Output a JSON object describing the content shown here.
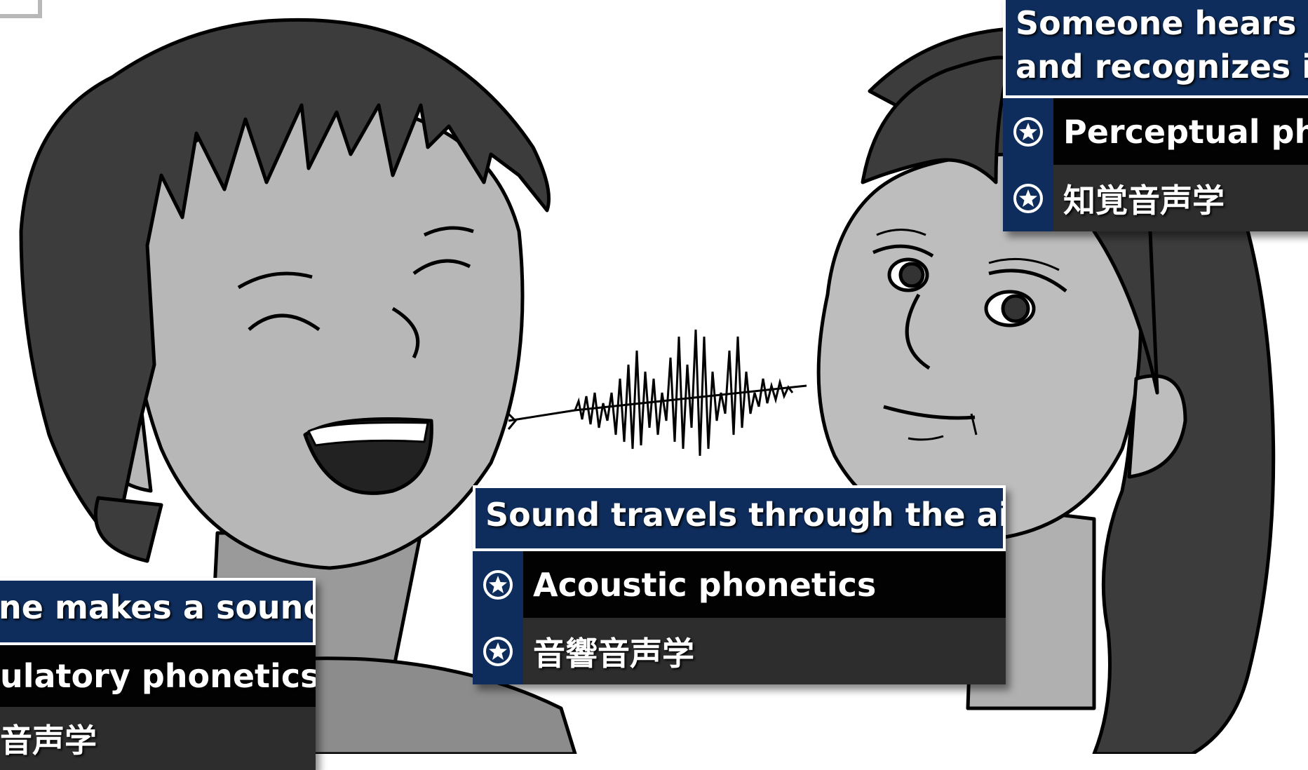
{
  "cards": {
    "left": {
      "heading": "ne makes a sound",
      "row1": "ulatory phonetics",
      "row2": "音声学"
    },
    "middle": {
      "heading": "Sound travels through the air",
      "row1": "Acoustic phonetics",
      "row2": "音響音声学"
    },
    "right": {
      "heading_line1": "Someone hears th",
      "heading_line2": "and recognizes it",
      "row1": "Perceptual pho",
      "row2": "知覚音声学"
    }
  },
  "colors": {
    "heading_bg": "#0e2d5c",
    "row_dark": "#020202",
    "row_mid": "#2d2d2d",
    "skin": "#bdbdbd",
    "hair": "#3c3c3c"
  },
  "icons": [
    "star-circle-icon"
  ]
}
